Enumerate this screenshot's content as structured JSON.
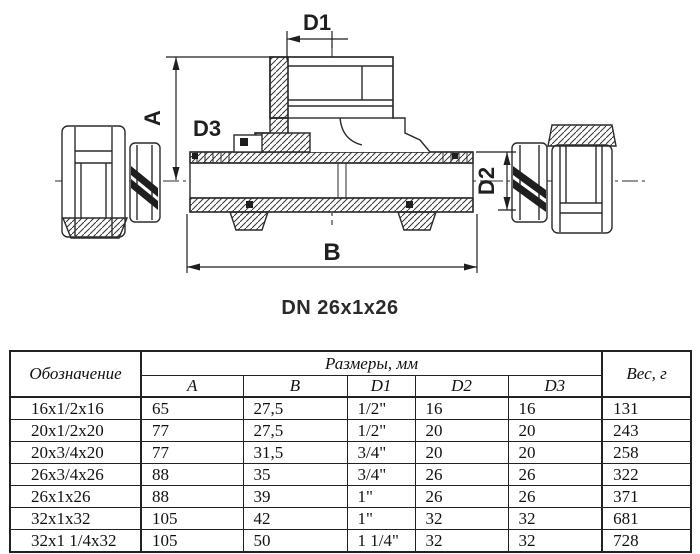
{
  "drawing": {
    "dim_labels": {
      "d1": "D1",
      "a": "A",
      "d3": "D3",
      "d2": "D2",
      "b": "B"
    },
    "caption": "DN 26x1x26"
  },
  "table": {
    "header": {
      "designation": "Обозначение",
      "dimensions_group": "Размеры, мм",
      "weight": "Вес, г",
      "sub": [
        "A",
        "B",
        "D1",
        "D2",
        "D3"
      ]
    },
    "rows": [
      [
        "16x1/2x16",
        "65",
        "27,5",
        "1/2\"",
        "16",
        "16",
        "131"
      ],
      [
        "20x1/2x20",
        "77",
        "27,5",
        "1/2\"",
        "20",
        "20",
        "243"
      ],
      [
        "20x3/4x20",
        "77",
        "31,5",
        "3/4\"",
        "20",
        "20",
        "258"
      ],
      [
        "26x3/4x26",
        "88",
        "35",
        "3/4\"",
        "26",
        "26",
        "322"
      ],
      [
        "26x1x26",
        "88",
        "39",
        "1\"",
        "26",
        "26",
        "371"
      ],
      [
        "32x1x32",
        "105",
        "42",
        "1\"",
        "32",
        "32",
        "681"
      ],
      [
        "32x1 1/4x32",
        "105",
        "50",
        "1 1/4\"",
        "32",
        "32",
        "728"
      ]
    ]
  },
  "colors": {
    "line": "#2b2b2b",
    "text": "#1a1a1a",
    "background": "#ffffff"
  }
}
